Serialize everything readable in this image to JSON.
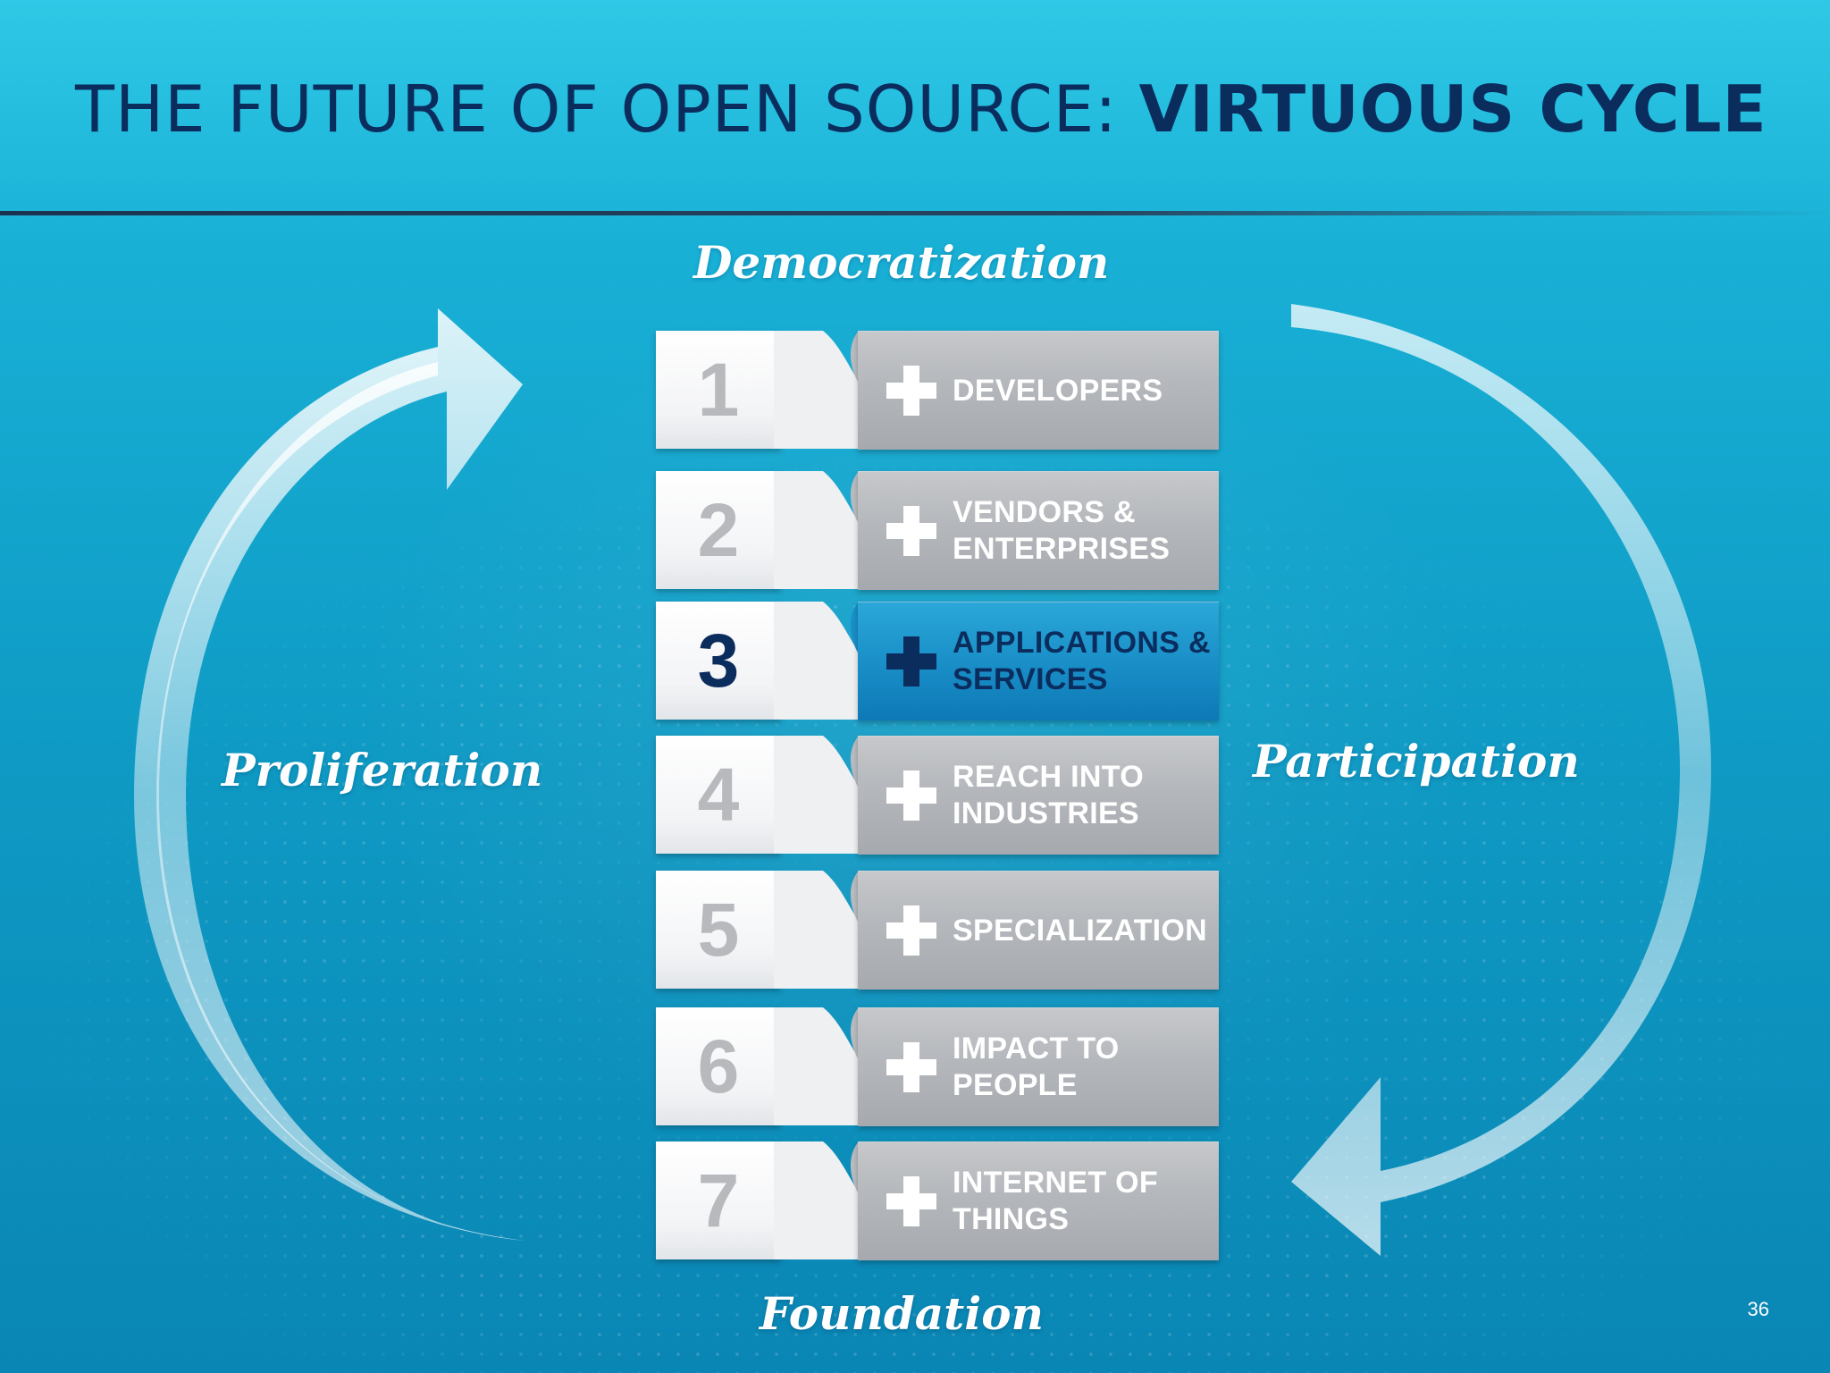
{
  "title": {
    "regular": "THE FUTURE OF OPEN SOURCE: ",
    "bold": "VIRTUOUS CYCLE"
  },
  "cycle_labels": {
    "top": "Democratization",
    "left": "Proliferation",
    "right": "Participation",
    "bottom": "Foundation"
  },
  "items": [
    {
      "number": "1",
      "label": "DEVELOPERS",
      "active": false
    },
    {
      "number": "2",
      "label": "VENDORS &\nENTERPRISES",
      "active": false
    },
    {
      "number": "3",
      "label": "APPLICATIONS &\nSERVICES",
      "active": true
    },
    {
      "number": "4",
      "label": "REACH INTO\nINDUSTRIES",
      "active": false
    },
    {
      "number": "5",
      "label": "SPECIALIZATION",
      "active": false
    },
    {
      "number": "6",
      "label": "IMPACT TO\nPEOPLE",
      "active": false
    },
    {
      "number": "7",
      "label": "INTERNET OF\nTHINGS",
      "active": false
    }
  ],
  "page_number": "36",
  "colors": {
    "title": "#0b2d5e",
    "active_box": "#1a8fc8",
    "inactive_box": "#b4b7bb",
    "number_inactive": "#b7b9bd",
    "arrow": "#e6f5fb"
  },
  "icons": {
    "item_marker": "plus-icon",
    "cycle_arrows": [
      "curved-arrow-up-icon",
      "curved-arrow-down-icon"
    ]
  }
}
